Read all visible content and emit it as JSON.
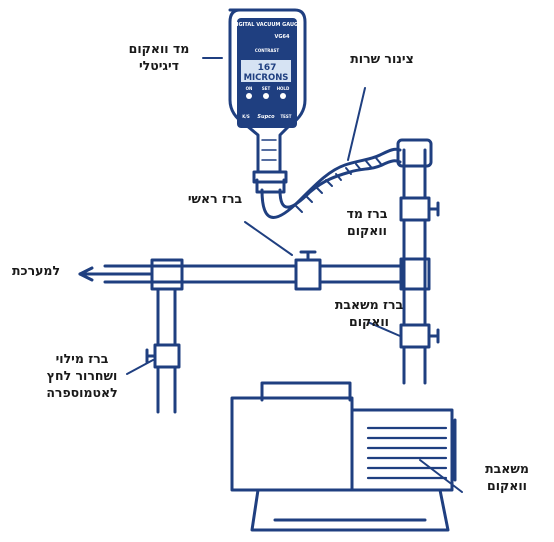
{
  "labels": {
    "digital_gauge": [
      "מד וואקום",
      "דיגיטלי"
    ],
    "service_hose": [
      "צינור שרות"
    ],
    "main_valve": [
      "ברז ראשי"
    ],
    "gauge_valve": [
      "ברז מד",
      "וואקום"
    ],
    "to_system": [
      "למערכת"
    ],
    "pump_valve": [
      "ברז משאבת",
      "וואקום"
    ],
    "fill_valve": [
      "ברז מילוי",
      "ושחרור לחץ",
      "לאטמוספרה"
    ],
    "vacuum_pump": [
      "משאבת",
      "וואקום"
    ]
  },
  "gauge": {
    "brand_title": "DIGITAL VACUUM GAUGE",
    "model": "VG64",
    "reading_value": "167",
    "reading_unit": "MICRONS",
    "contrast_label": "CONTRAST",
    "button_labels": [
      "ON",
      "SET",
      "HOLD"
    ],
    "footer_left": "K/S",
    "footer_brand": "Supco",
    "footer_right": "TEST"
  },
  "colors": {
    "line": "#1f3f80",
    "screen": "#d6e3f3",
    "text": "#1a1a1a"
  }
}
